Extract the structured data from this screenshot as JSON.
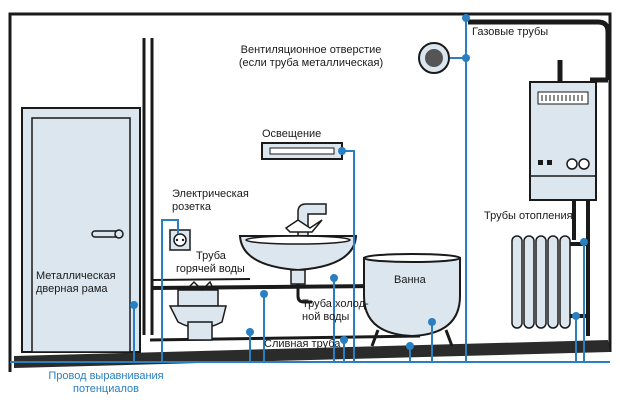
{
  "labels": {
    "gas_pipes": "Газовые трубы",
    "vent_line1": "Вентиляционное отверстие",
    "vent_line2": "(если труба металлическая)",
    "lighting": "Освещение",
    "socket_line1": "Электрическая",
    "socket_line2": "розетка",
    "hot_line1": "Труба",
    "hot_line2": "горячей воды",
    "door_line1": "Металлическая",
    "door_line2": "дверная рама",
    "cold_line1": "Труба холод-",
    "cold_line2": "ной воды",
    "bath": "Ванна",
    "drain": "Сливная труба",
    "heating": "Трубы отопления",
    "bonding_line1": "Провод выравнивания",
    "bonding_line2": "потенциалов"
  },
  "colors": {
    "bonding_wire": "#2a7fc0",
    "equipment_fill": "#dbe6ee",
    "outline": "#1a1a1a"
  }
}
